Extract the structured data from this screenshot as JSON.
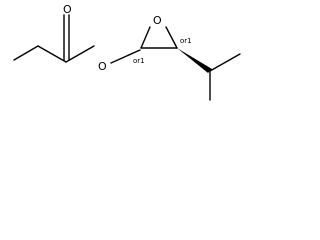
{
  "molecule": {
    "atoms": {
      "carbonyl_oxygen": "O",
      "ester_oxygen": "O",
      "epoxide_oxygen": "O"
    },
    "stereo": {
      "c2_descriptor": "or1",
      "c3_descriptor": "or1"
    }
  }
}
